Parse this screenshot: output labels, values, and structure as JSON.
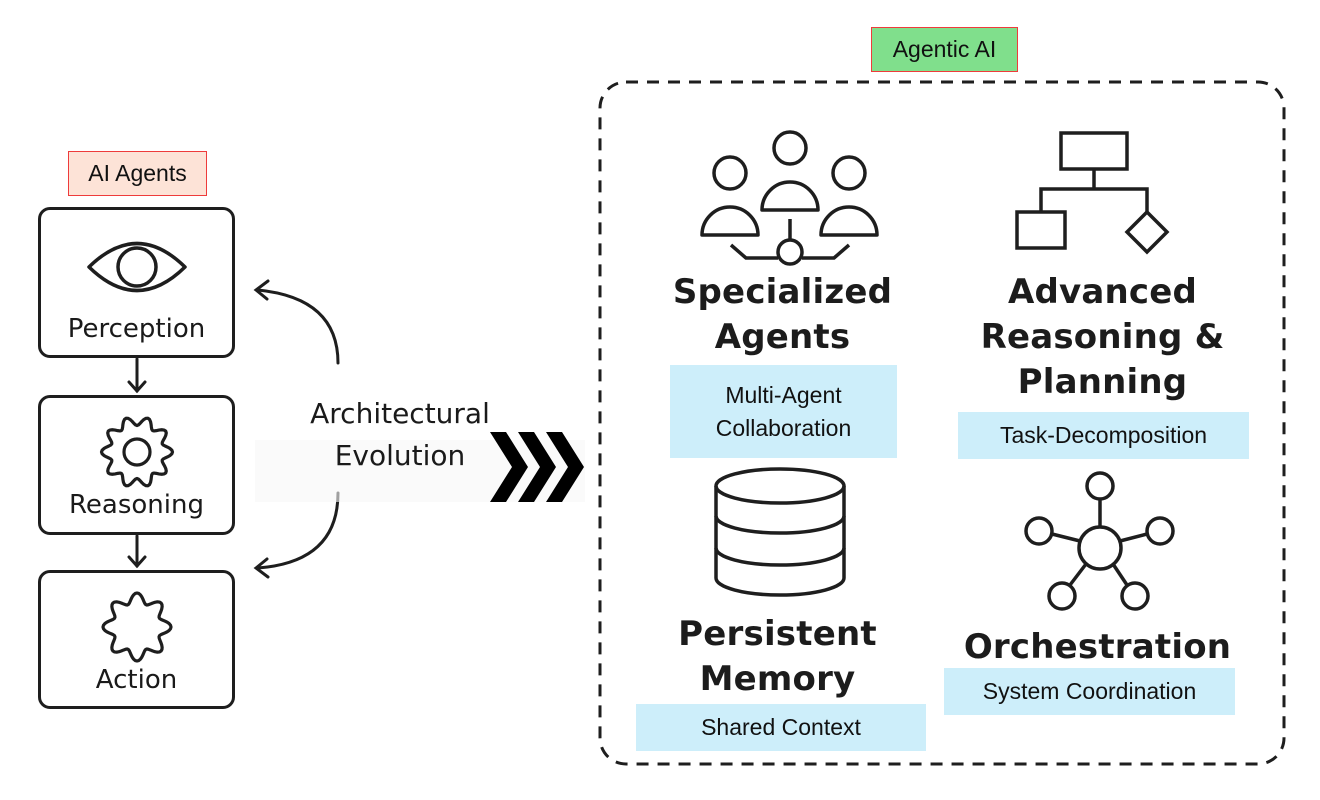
{
  "left_section": {
    "header": "AI Agents",
    "stages": [
      {
        "label": "Perception",
        "icon": "eye-icon"
      },
      {
        "label": "Reasoning",
        "icon": "gear-icon"
      },
      {
        "label": "Action",
        "icon": "cloud-icon"
      }
    ]
  },
  "transition": {
    "line1": "Architectural",
    "line2": "Evolution",
    "icon": "triple-chevron-right-icon"
  },
  "right_section": {
    "header": "Agentic AI",
    "capabilities": [
      {
        "title_lines": [
          "Specialized",
          "Agents"
        ],
        "subtitle_lines": [
          "Multi-Agent",
          "Collaboration"
        ],
        "icon": "team-network-icon"
      },
      {
        "title_lines": [
          "Advanced",
          "Reasoning &",
          "Planning"
        ],
        "subtitle_lines": [
          "Task-Decomposition"
        ],
        "icon": "flowchart-icon"
      },
      {
        "title_lines": [
          "Persistent",
          "Memory"
        ],
        "subtitle_lines": [
          "Shared Context"
        ],
        "icon": "database-icon"
      },
      {
        "title_lines": [
          "Orchestration"
        ],
        "subtitle_lines": [
          "System Coordination"
        ],
        "icon": "hub-network-icon"
      }
    ]
  },
  "colors": {
    "agents_tag_bg": "#fde3d7",
    "agentic_tag_bg": "#80df8c",
    "tag_border": "#ee3b3b",
    "subtitle_bg": "#cdeefa",
    "stroke": "#1e1e1e"
  }
}
